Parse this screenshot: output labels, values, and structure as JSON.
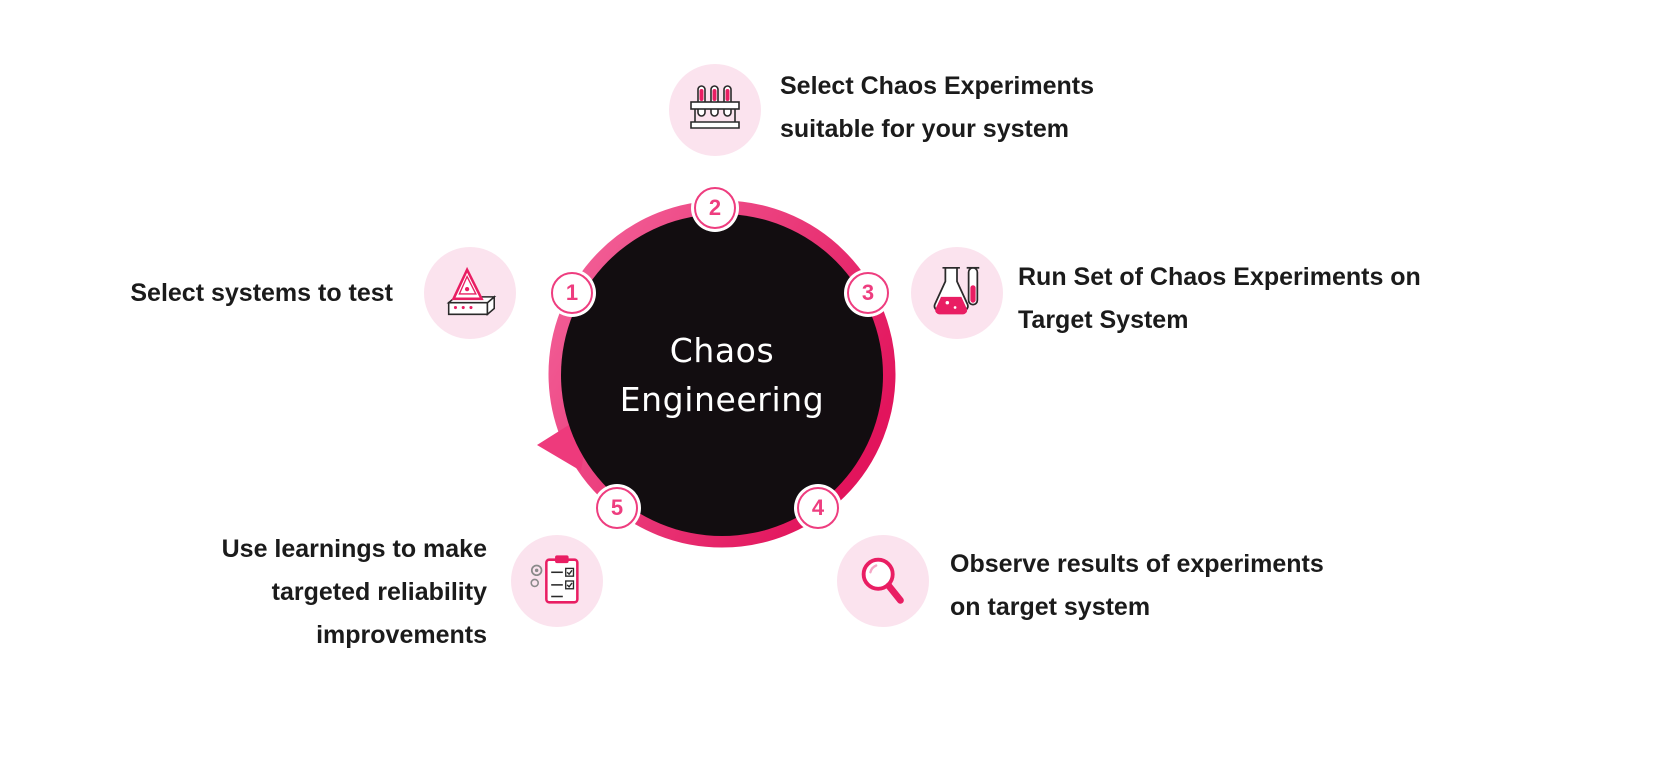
{
  "diagram": {
    "center": {
      "lines": [
        "Chaos",
        "Engineering"
      ]
    },
    "steps": [
      {
        "number": "1",
        "icon": "set-square-icon",
        "lines": [
          "Select systems to test"
        ]
      },
      {
        "number": "2",
        "icon": "test-tube-rack-icon",
        "lines": [
          "Select Chaos Experiments",
          "suitable for your system"
        ]
      },
      {
        "number": "3",
        "icon": "flask-icon",
        "lines": [
          "Run Set of Chaos Experiments on",
          "Target System"
        ]
      },
      {
        "number": "4",
        "icon": "magnifying-glass-icon",
        "lines": [
          "Observe results of experiments",
          "on target system"
        ]
      },
      {
        "number": "5",
        "icon": "checklist-gears-icon",
        "lines": [
          "Use learnings to make",
          "targeted reliability",
          "improvements"
        ]
      }
    ],
    "colors": {
      "accent_pink": "#EE3D7F",
      "ring_gradient_start": "#F4679D",
      "ring_gradient_end": "#E2145C",
      "icon_background": "#FBE3EE",
      "center_circle": "#120D10",
      "label_text": "#1B1B1B"
    }
  }
}
